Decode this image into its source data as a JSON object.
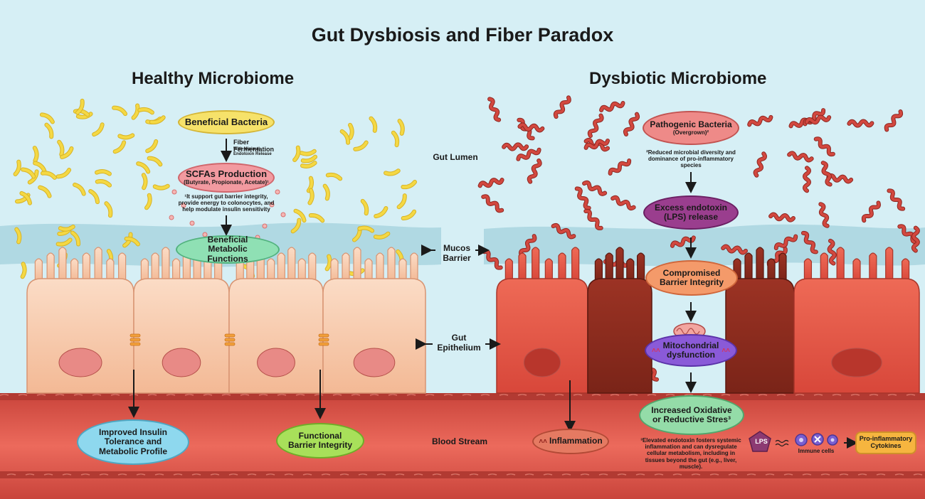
{
  "title": "Gut Dysbiosis and Fiber Paradox",
  "healthy": {
    "heading": "Healthy Microbiome",
    "beneficial_bacteria": "Beneficial Bacteria",
    "fiber_fermentation": "Fiber Fermentation",
    "minimal_endotoxin": "With Minimal Endotoxin Release",
    "scfa_title": "SCFAs Production",
    "scfa_sub": "(Butyrate, Propionate, Acetate)¹",
    "scfa_note": "¹It support gut barrier integrity, provide energy to colonocytes, and help modulate insulin sensitivity",
    "metabolic_functions": "Beneficial Metabolic Functions",
    "insulin": "Improved Insulin Tolerance and Metabolic Profile",
    "barrier": "Functional Barrier Integrity"
  },
  "labels": {
    "gut_lumen": "Gut Lumen",
    "mucos_barrier": "Mucos Barrier",
    "gut_epithelium": "Gut Epithelium",
    "blood_stream": "Blood Stream"
  },
  "dysbiotic": {
    "heading": "Dysbiotic Microbiome",
    "pathogenic": "Pathogenic Bacteria",
    "pathogenic_sub": "(Overgrown)²",
    "pathogenic_note": "²Reduced microbial diversity and dominance of pro-inflammatory species",
    "lps_release": "Excess endotoxin (LPS) release",
    "compromised": "Compromised Barrier Integrity",
    "mito": "Mitochondrial dysfunction",
    "oxidative": "Increased Oxidative or Reductive Stres³",
    "oxidative_note": "³Elevated endotoxin fosters systemic inflammation and can dysregulate cellular metabolism, including in tissues beyond the gut (e.g., liver, muscle).",
    "inflammation": "Inflammation",
    "lps": "LPS",
    "immune_cells": "Immune cells",
    "cytokines": "Pro-inflammatory Cytokines"
  },
  "colors": {
    "background": "#d6eff5",
    "blood": "#e65a4f",
    "healthy_cell": "#f8ccb0",
    "dysbiotic_cell": "#e0503e",
    "dark_cell": "#8c2a1e",
    "bacteria_yellow": "#f2d43a",
    "bacteria_red": "#c9403a"
  },
  "icons": [
    "arrow-down-icon",
    "double-chevron-up-icon",
    "lps-pentagon-icon",
    "immune-cell-icon",
    "mitochondrion-icon"
  ]
}
